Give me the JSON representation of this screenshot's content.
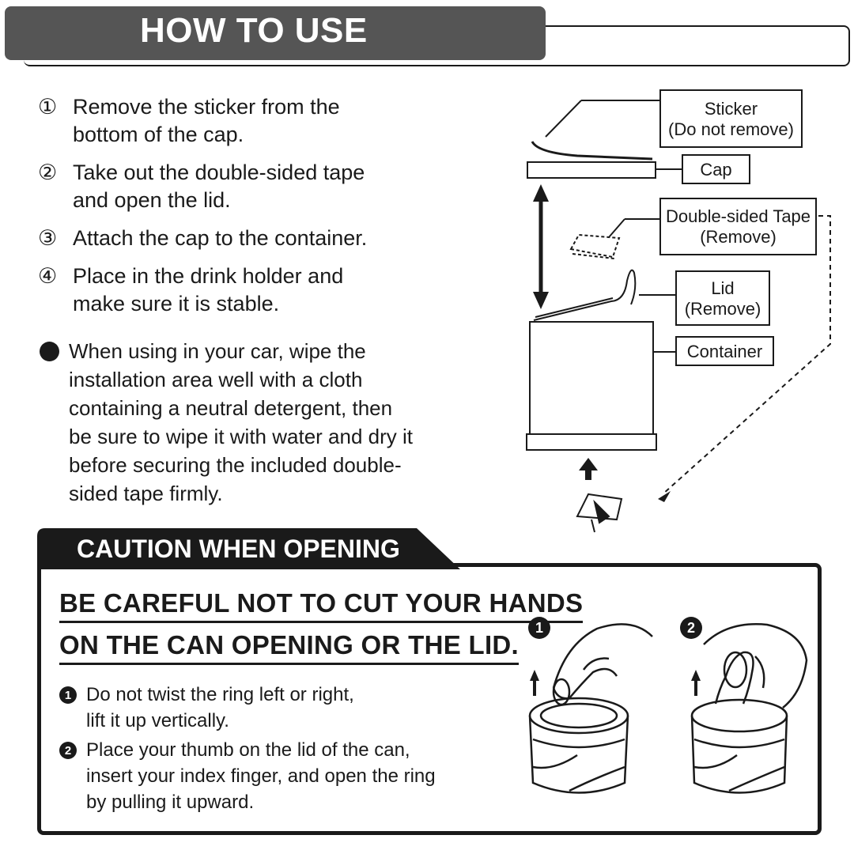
{
  "header": {
    "title": "HOW TO USE"
  },
  "steps": [
    {
      "num": "①",
      "text": "Remove the sticker from the\nbottom of the cap."
    },
    {
      "num": "②",
      "text": "Take out the double-sided tape\nand open the lid."
    },
    {
      "num": "③",
      "text": "Attach the cap to the container."
    },
    {
      "num": "④",
      "text": "Place in the drink holder and\nmake sure it is stable."
    }
  ],
  "note": {
    "text": "When using in your car, wipe the\ninstallation area well with a cloth\ncontaining a neutral detergent, then\nbe sure to wipe it with water and dry it\nbefore securing the included double-\nsided tape firmly."
  },
  "diagram": {
    "sticker": "Sticker\n(Do not remove)",
    "cap": "Cap",
    "tape": "Double-sided Tape\n(Remove)",
    "lid": "Lid\n(Remove)",
    "container": "Container"
  },
  "caution": {
    "title": "CAUTION WHEN OPENING",
    "warning_line1": "BE CAREFUL NOT TO CUT YOUR HANDS",
    "warning_line2": "ON THE CAN OPENING OR THE LID.",
    "steps": [
      {
        "num": "1",
        "text": "Do not twist the ring left or right,\nlift it up vertically."
      },
      {
        "num": "2",
        "text": "Place your thumb on the lid of the can,\ninsert your index finger, and open the ring\nby pulling it upward."
      }
    ],
    "illustrations": [
      {
        "num": "1",
        "icon": "can-lift-ring-icon"
      },
      {
        "num": "2",
        "icon": "can-pull-ring-icon"
      }
    ]
  },
  "colors": {
    "header_bg": "#555555",
    "ink": "#1a1a1a",
    "background": "#ffffff"
  }
}
